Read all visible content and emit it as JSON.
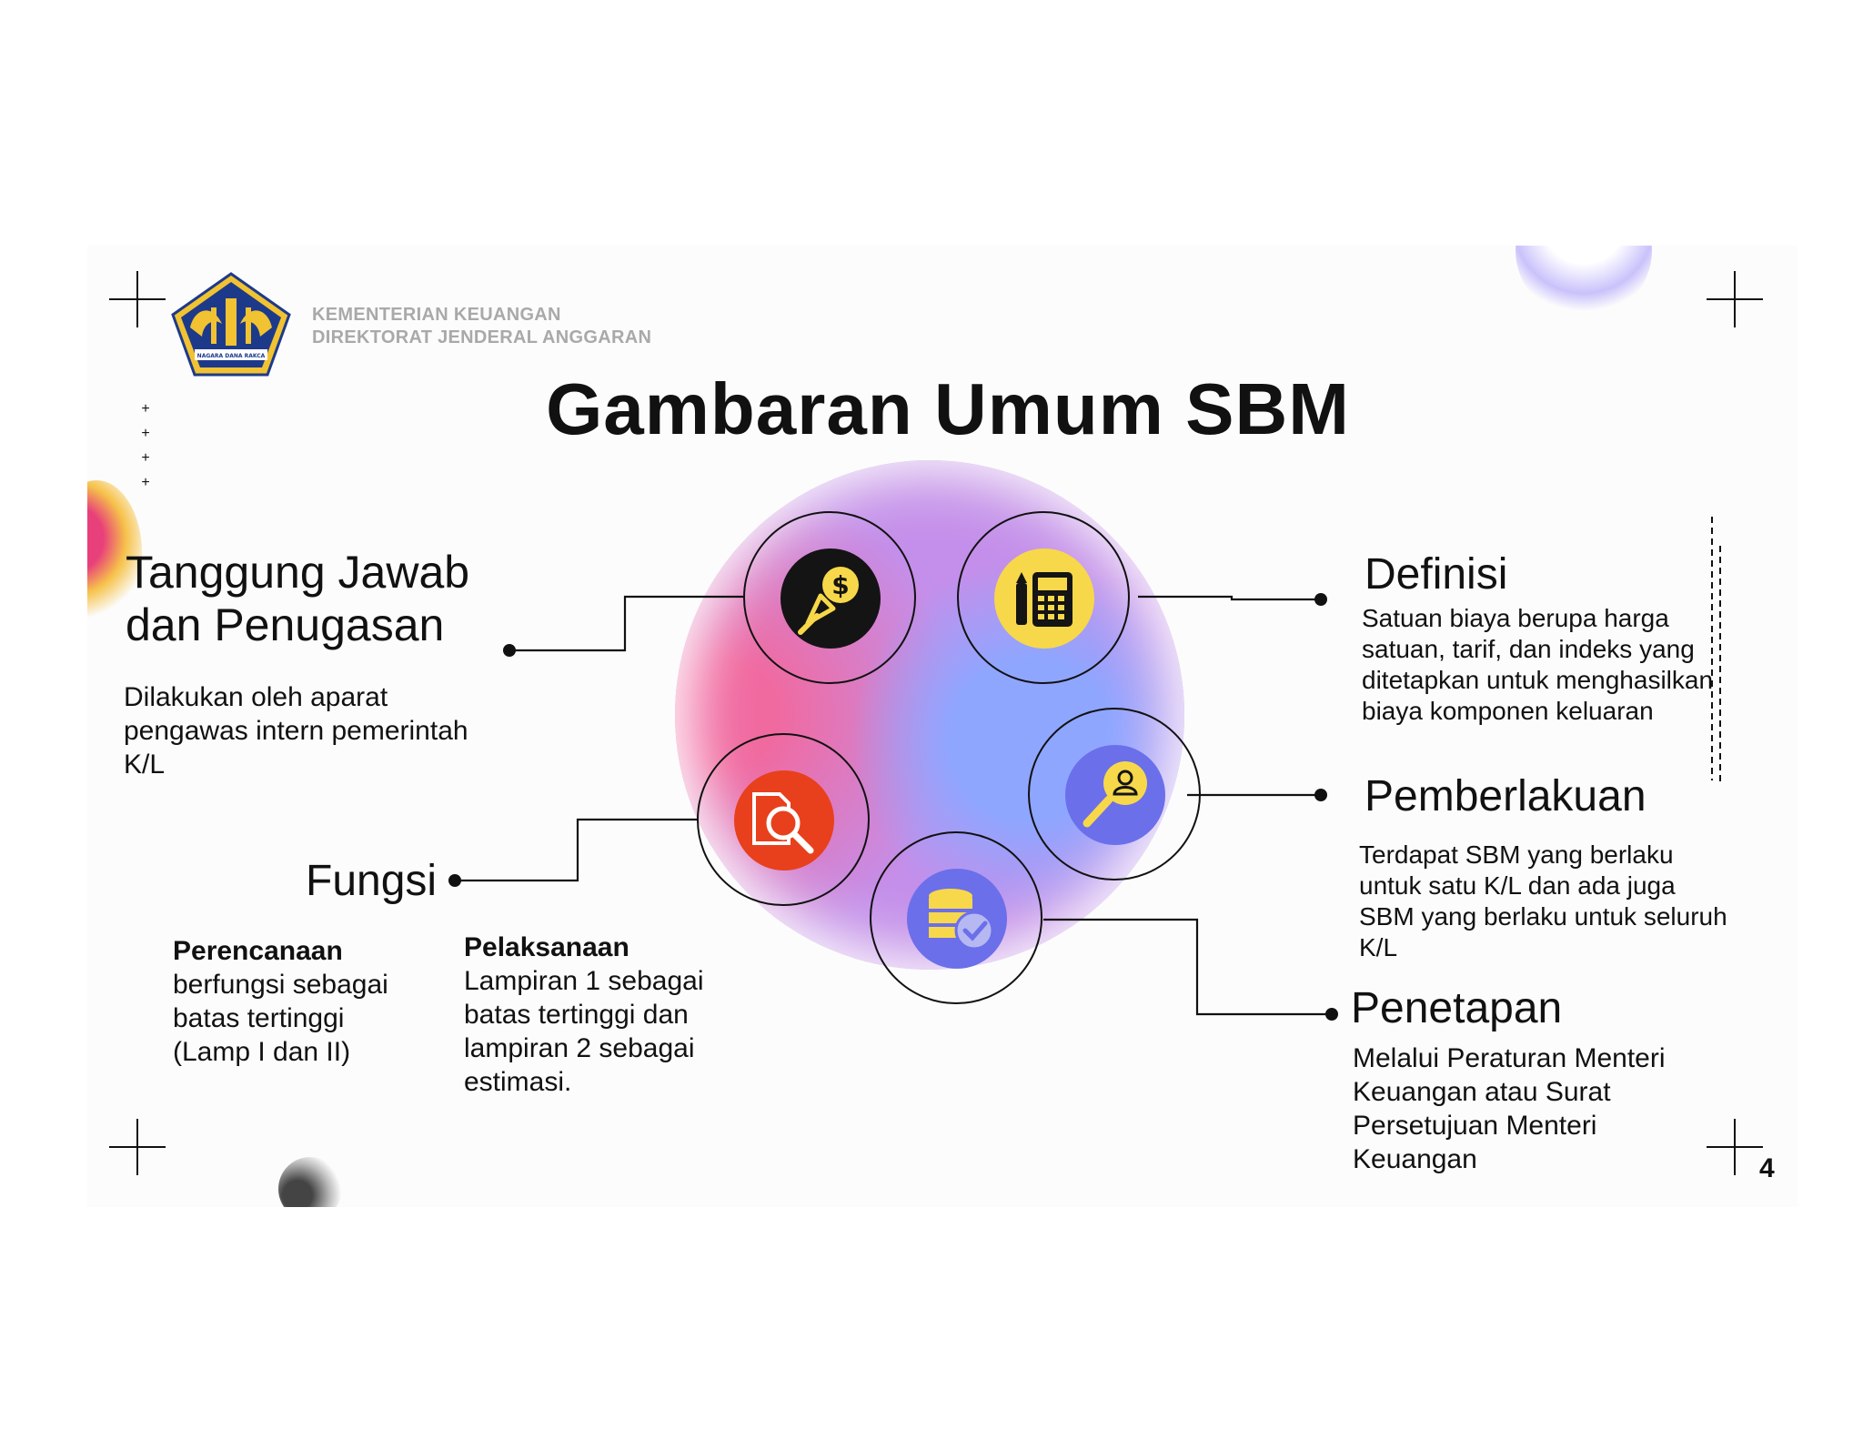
{
  "header": {
    "org_line1": "KEMENTERIAN KEUANGAN",
    "org_line2": "DIREKTORAT JENDERAL ANGGARAN",
    "logo_text": "NAGARA DANA RAKCA"
  },
  "title": "Gambaran Umum SBM",
  "left": {
    "tanggung_line1": "Tanggung Jawab",
    "tanggung_line2": "dan Penugasan",
    "tanggung_desc1": "Dilakukan oleh aparat",
    "tanggung_desc2": "pengawas intern pemerintah",
    "tanggung_desc3": "K/L",
    "fungsi_title": "Fungsi",
    "perencanaan_title": "Perencanaan",
    "perencanaan_desc1": "berfungsi sebagai",
    "perencanaan_desc2": "batas tertinggi",
    "perencanaan_desc3": "(Lamp I dan II)",
    "pelaksanaan_title": "Pelaksanaan",
    "pelaksanaan_desc1": "Lampiran 1 sebagai",
    "pelaksanaan_desc2": "batas tertinggi dan",
    "pelaksanaan_desc3": "lampiran 2 sebagai",
    "pelaksanaan_desc4": "estimasi."
  },
  "right": {
    "definisi_title": "Definisi",
    "definisi_desc1": "Satuan biaya berupa harga",
    "definisi_desc2": "satuan, tarif, dan indeks yang",
    "definisi_desc3": "ditetapkan untuk menghasilkan",
    "definisi_desc4": "biaya komponen keluaran",
    "pemberlakuan_title": "Pemberlakuan",
    "pemberlakuan_desc1": "Terdapat SBM yang berlaku",
    "pemberlakuan_desc2": "untuk satu K/L dan ada juga",
    "pemberlakuan_desc3": "SBM yang berlaku untuk seluruh",
    "pemberlakuan_desc4": "K/L",
    "penetapan_title": "Penetapan",
    "penetapan_desc1": "Melalui Peraturan Menteri",
    "penetapan_desc2": "Keuangan atau Surat",
    "penetapan_desc3": "Persetujuan Menteri",
    "penetapan_desc4": "Keuangan"
  },
  "icons": [
    "money-cursor-icon",
    "calculator-icon",
    "document-search-icon",
    "user-search-icon",
    "database-check-icon"
  ],
  "colors": {
    "yellow": "#f7d84a",
    "red": "#e8401c",
    "blue": "#6b6fea",
    "dark": "#141414",
    "org_gray": "#a9a9a9"
  },
  "page_number": "4"
}
